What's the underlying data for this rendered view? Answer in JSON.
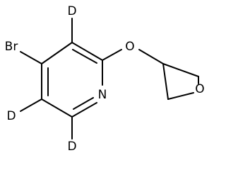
{
  "structure": {
    "atoms": [
      {
        "id": "c_d_top",
        "label": "D"
      },
      {
        "id": "br",
        "label": "Br"
      },
      {
        "id": "o_ether",
        "label": "O"
      },
      {
        "id": "n_ring",
        "label": "N"
      },
      {
        "id": "o_oxetane",
        "label": "O"
      },
      {
        "id": "c_d_left",
        "label": "D"
      },
      {
        "id": "c_d_bottom",
        "label": "D"
      }
    ]
  }
}
